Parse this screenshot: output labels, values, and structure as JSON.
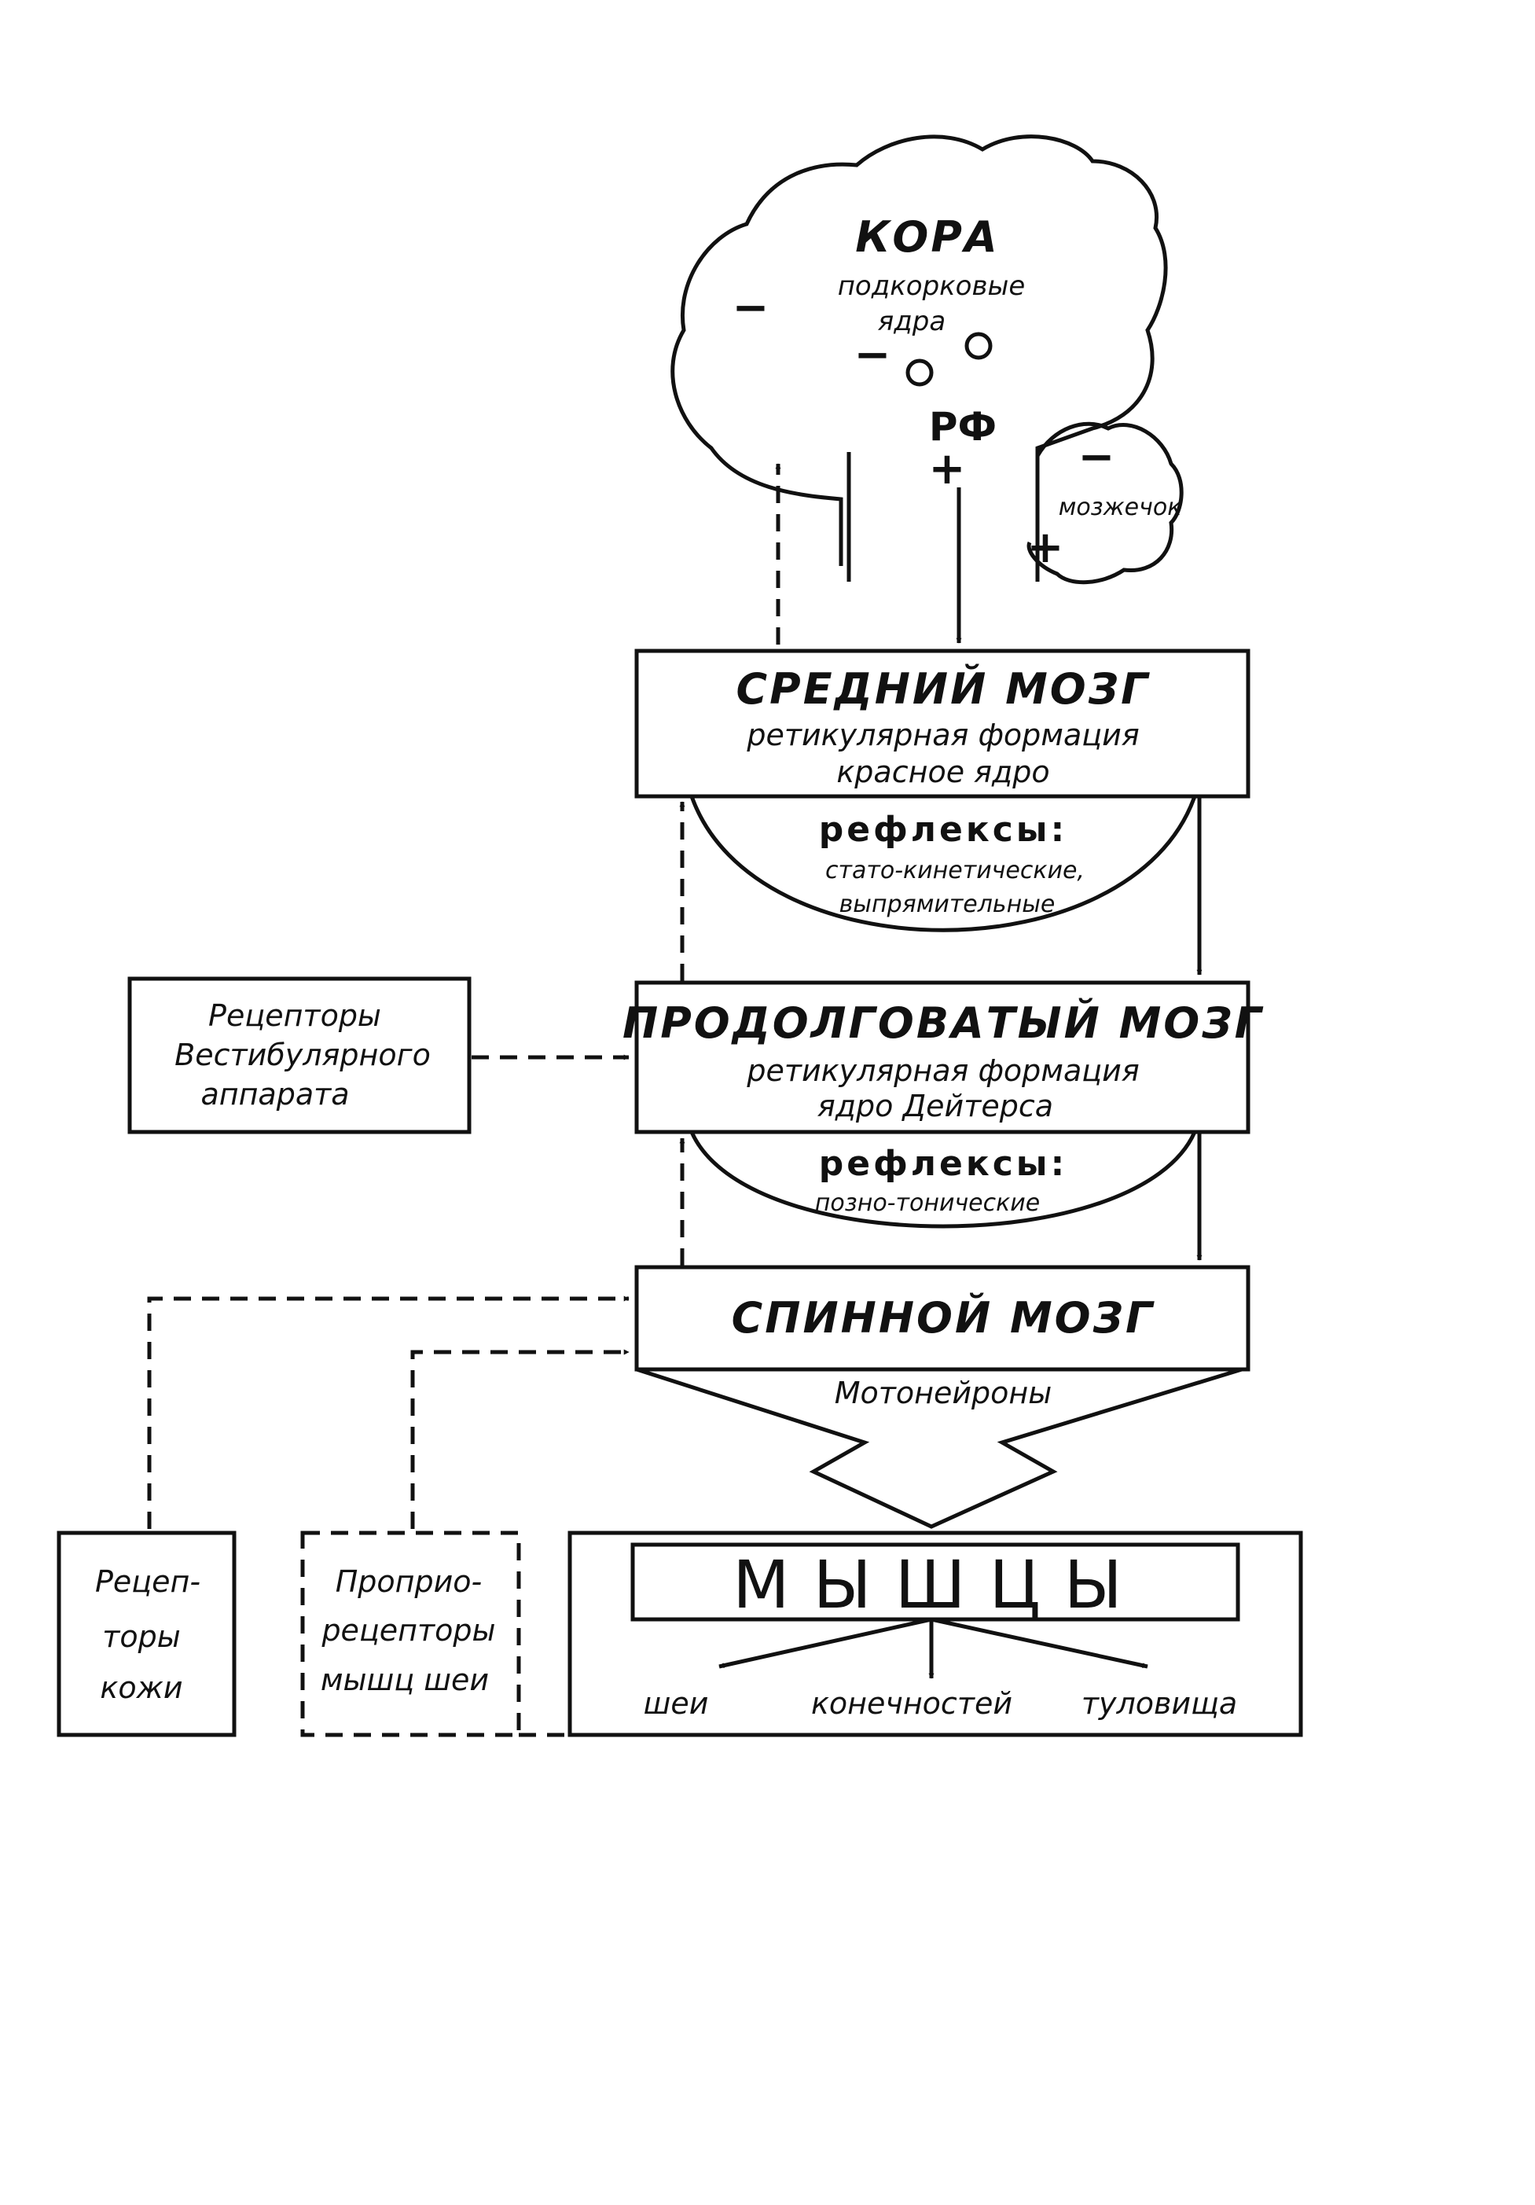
{
  "cortex": {
    "title": "КОРА",
    "subtitle_line1": "подкорковые",
    "subtitle_line2": "ядра",
    "rf": "РФ",
    "minus_sign": "−",
    "plus_sign": "+"
  },
  "cerebellum": {
    "label": "мозжечок",
    "minus_sign": "−",
    "plus_sign": "+"
  },
  "midbrain": {
    "title": "СРЕДНИЙ МОЗГ",
    "line1": "ретикулярная формация",
    "line2": "красное ядро"
  },
  "midbrain_reflexes": {
    "title": "рефлексы:",
    "line1": "стато-кинетические,",
    "line2": "выпрямительные"
  },
  "medulla": {
    "title": "ПРОДОЛГОВАТЫЙ МОЗГ",
    "line1": "ретикулярная формация",
    "line2": "ядро Дейтерса"
  },
  "medulla_reflexes": {
    "title": "рефлексы:",
    "line1": "позно-тонические"
  },
  "vestibular": {
    "line1": "Рецепторы",
    "line2": "Вестибулярного",
    "line3": "аппарата"
  },
  "spinal": {
    "title": "СПИННОЙ МОЗГ",
    "motoneurons": "Мотонейроны"
  },
  "skin_receptors": {
    "line1": "Рецеп-",
    "line2": "торы",
    "line3": "кожи"
  },
  "proprio": {
    "line1": "Проприо-",
    "line2": "рецепторы",
    "line3": "мышц шеи"
  },
  "muscles": {
    "title": "МЫШЦЫ",
    "neck": "шеи",
    "limbs": "конечностей",
    "trunk": "туловища"
  }
}
